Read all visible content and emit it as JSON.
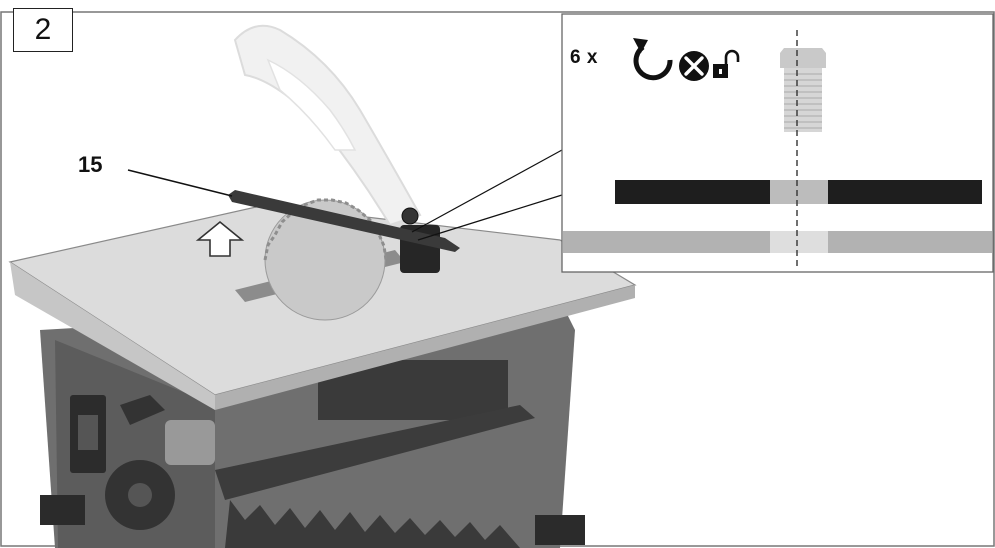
{
  "step": {
    "number": "2"
  },
  "callout": {
    "part_number": "15"
  },
  "detail": {
    "quantity_label": "6 x",
    "icons": [
      "rotate-counterclockwise-icon",
      "screwdriver-icon",
      "unlock-icon"
    ]
  },
  "colors": {
    "outline": "#222222",
    "dark_bar": "#1e1e1e",
    "light_bar": "#b4b4b4",
    "machine_body": "#6e6e6e",
    "table_top": "#d9d9d9"
  }
}
